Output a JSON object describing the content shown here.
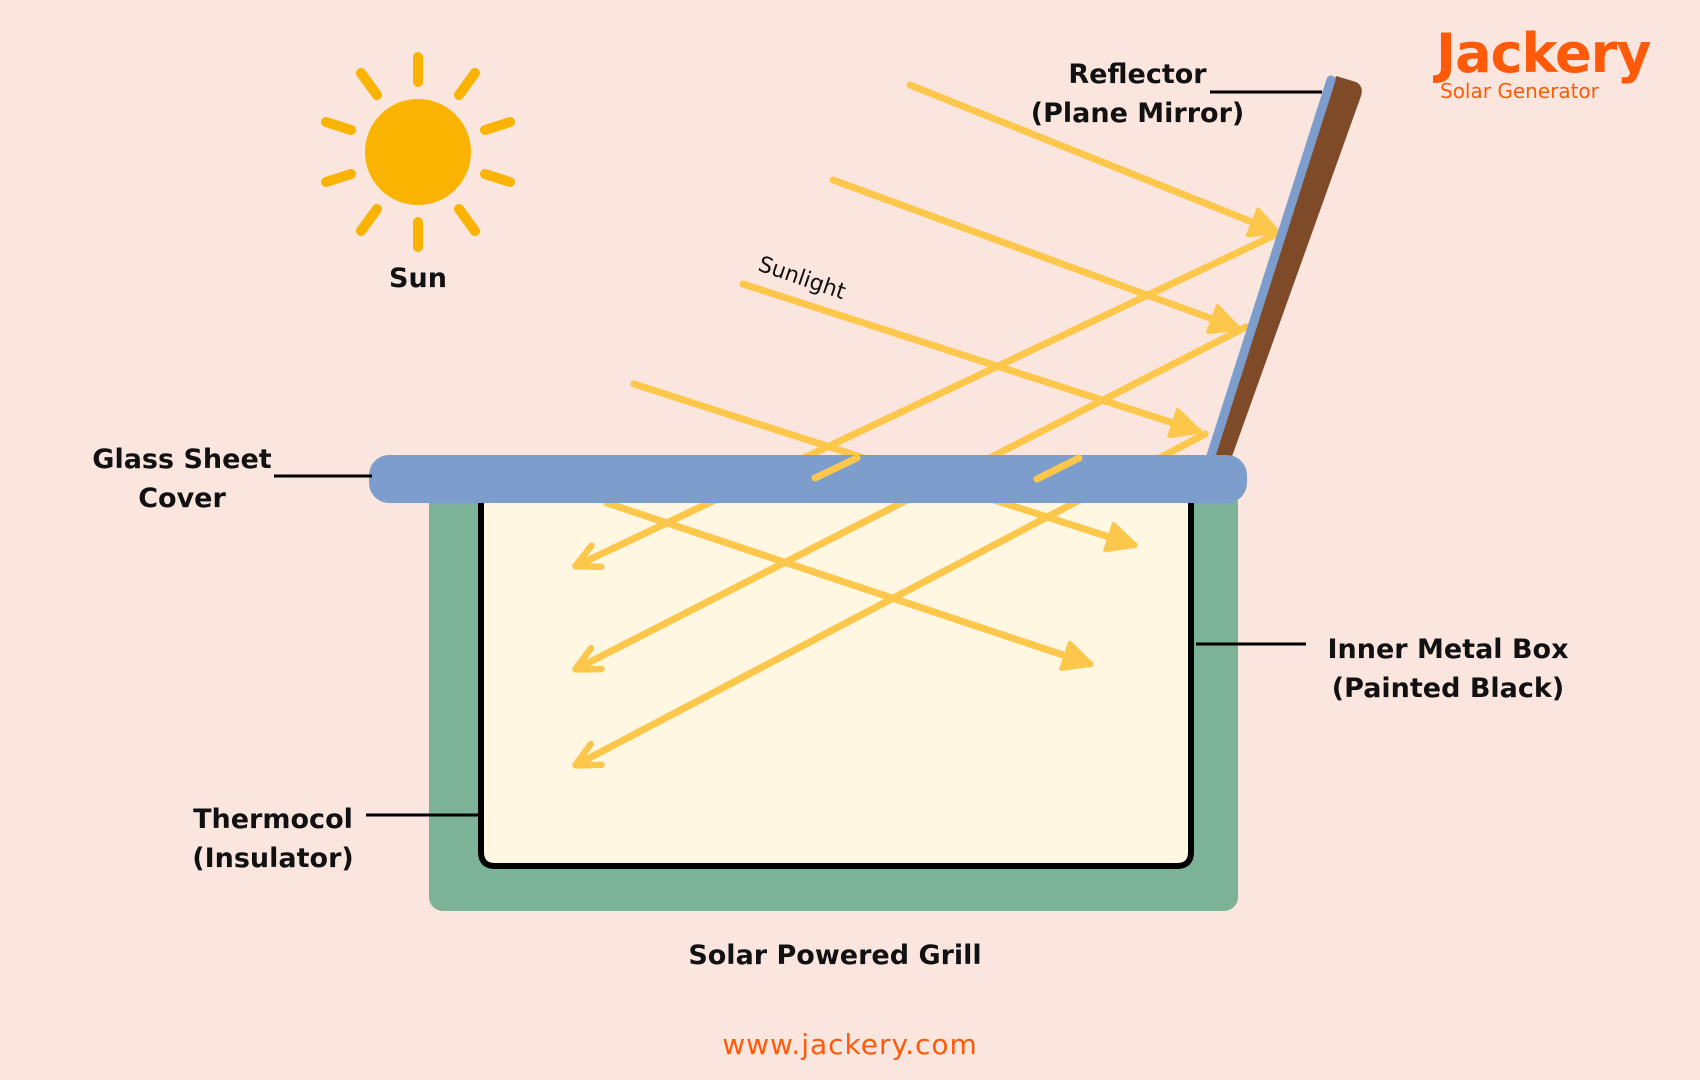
{
  "title": "Solar Powered Grill",
  "brand": {
    "name": "Jackery",
    "tagline": "Solar Generator",
    "website": "www.jackery.com"
  },
  "labels": {
    "sun": "Sun",
    "sunlight": "Sunlight",
    "reflector_line1": "Reflector",
    "reflector_line2": "(Plane Mirror)",
    "glass_line1": "Glass Sheet",
    "glass_line2": "Cover",
    "inner_box_line1": "Inner Metal Box",
    "inner_box_line2": "(Painted Black)",
    "thermocol_line1": "Thermocol",
    "thermocol_line2": "(Insulator)"
  },
  "colors": {
    "background": "#FAE6DF",
    "sun": "#F9B300",
    "ray": "#FCC74A",
    "glass": "#7D9ECC",
    "mirror_back": "#7F4A28",
    "insulator": "#7CB298",
    "inner_box": "#FFF7E2",
    "brand": "#FF5A0A"
  }
}
